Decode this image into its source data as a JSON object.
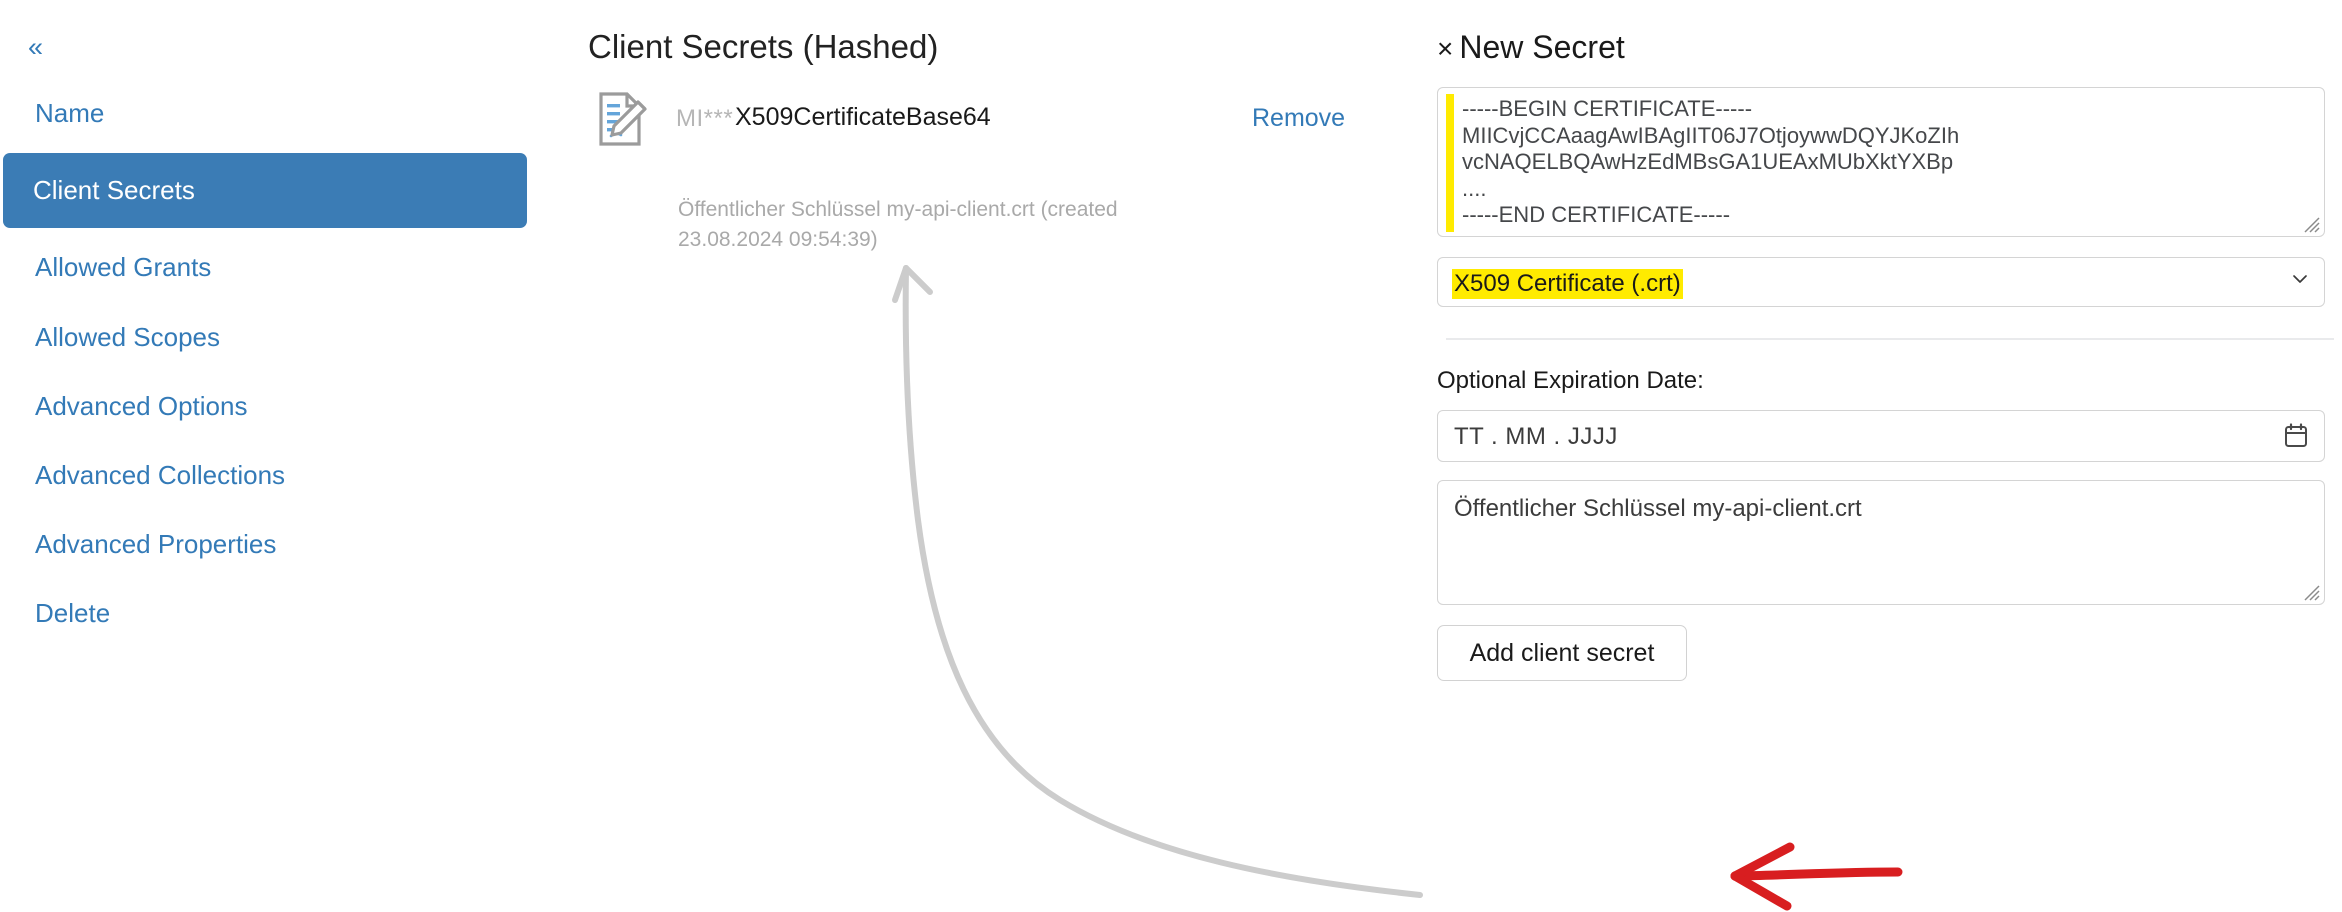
{
  "sidebar": {
    "collapse_icon": "«",
    "items": [
      {
        "label": "Name",
        "active": false
      },
      {
        "label": "Client Secrets",
        "active": true
      },
      {
        "label": "Allowed Grants",
        "active": false
      },
      {
        "label": "Allowed Scopes",
        "active": false
      },
      {
        "label": "Advanced Options",
        "active": false
      },
      {
        "label": "Advanced Collections",
        "active": false
      },
      {
        "label": "Advanced Properties",
        "active": false
      },
      {
        "label": "Delete",
        "active": false
      }
    ]
  },
  "middle": {
    "title": "Client Secrets (Hashed)",
    "secret": {
      "icon": "document-signature-icon",
      "masked_value": "MI***",
      "name": "X509CertificateBase64",
      "remove_label": "Remove",
      "description": "Öffentlicher Schlüssel my-api-client.crt (created 23.08.2024 09:54:39)"
    }
  },
  "right": {
    "close_icon": "×",
    "title": "New Secret",
    "certificate": {
      "lines": [
        "-----BEGIN CERTIFICATE-----",
        "MIICvjCCAaagAwIBAgIIT06J7OtjoywwDQYJKoZIh",
        "vcNAQELBQAwHzEdMBsGA1UEAxMUbXktYXBp",
        "....",
        "-----END CERTIFICATE-----"
      ],
      "highlighted": true
    },
    "secret_type": {
      "selected": "X509 Certificate (.crt)",
      "highlighted": true,
      "chevron_icon": "chevron-down-icon"
    },
    "expiration": {
      "label": "Optional Expiration Date:",
      "placeholder": "TT . MM . JJJJ",
      "value": "",
      "calendar_icon": "calendar-icon"
    },
    "description": {
      "value": "Öffentlicher Schlüssel my-api-client.crt"
    },
    "add_button_label": "Add client secret"
  },
  "annotations": {
    "gray_arrow": {
      "color": "#cccccc",
      "points_to": "client-secret-entry"
    },
    "red_arrow": {
      "color": "#d81e20",
      "points_to": "add-client-secret-button"
    }
  },
  "colors": {
    "accent_blue": "#337ab7",
    "active_nav_bg": "#3b7cb5",
    "highlight_yellow": "#ffeb00",
    "red_annotation": "#d81e20",
    "gray_annotation": "#cccccc"
  }
}
